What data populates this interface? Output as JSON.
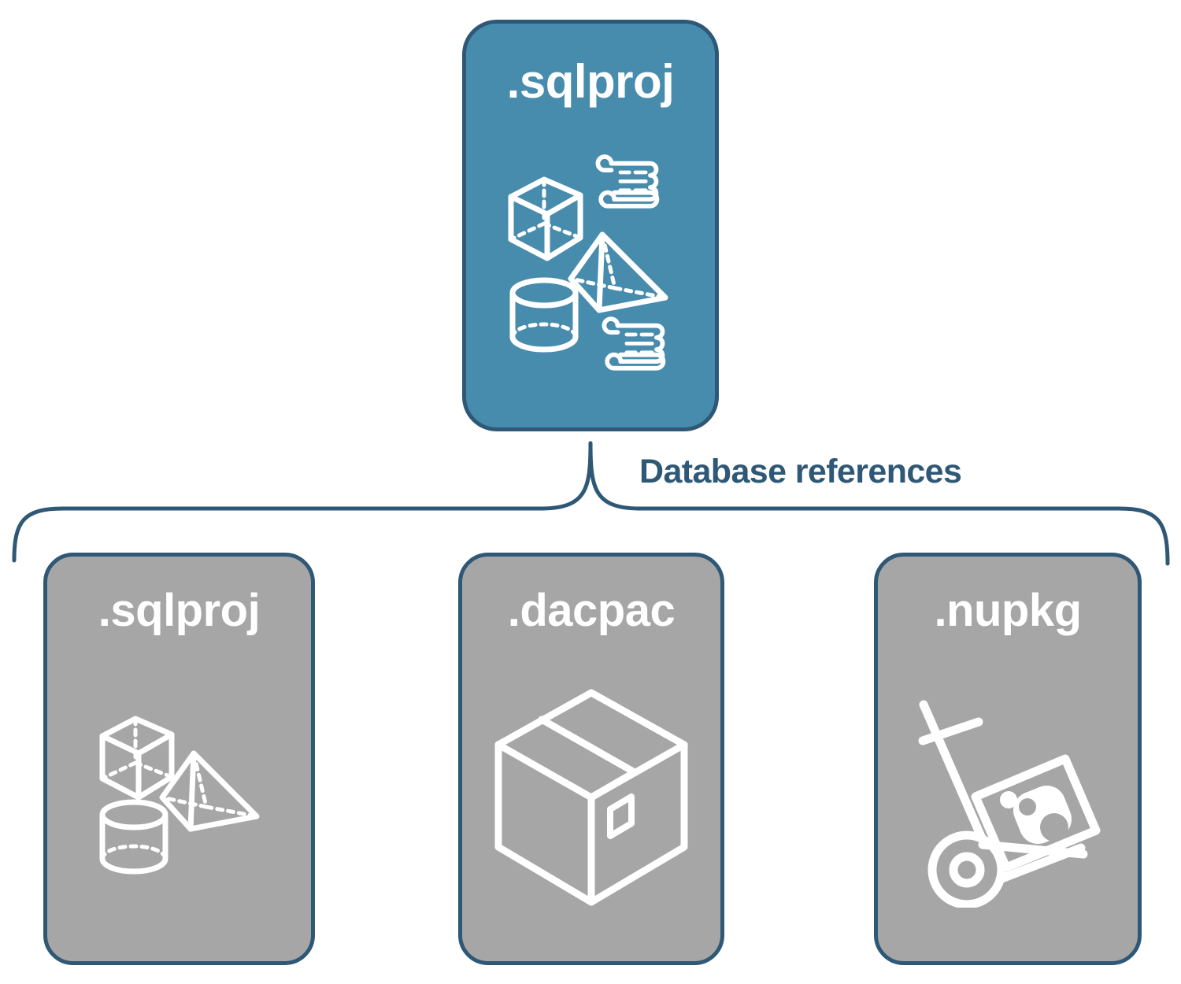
{
  "diagram": {
    "title_text": "Database references",
    "colors": {
      "root_fill": "#478cad",
      "leaf_fill": "#a6a6a6",
      "stroke": "#2e5875",
      "label": "#ffffff",
      "brace_label": "#2e5875",
      "background": "#ffffff"
    },
    "root": {
      "label": ".sqlproj",
      "icons": [
        "cube-icon",
        "pyramid-icon",
        "cylinder-icon",
        "scroll-icon",
        "scroll-icon"
      ]
    },
    "connector": {
      "type": "curly-brace",
      "label": "Database references",
      "direction": "one-to-many"
    },
    "children": [
      {
        "label": ".sqlproj",
        "icons": [
          "cube-icon",
          "pyramid-icon",
          "cylinder-icon"
        ]
      },
      {
        "label": ".dacpac",
        "icons": [
          "package-box-icon"
        ]
      },
      {
        "label": ".nupkg",
        "icons": [
          "hand-truck-nuget-icon"
        ]
      }
    ]
  }
}
